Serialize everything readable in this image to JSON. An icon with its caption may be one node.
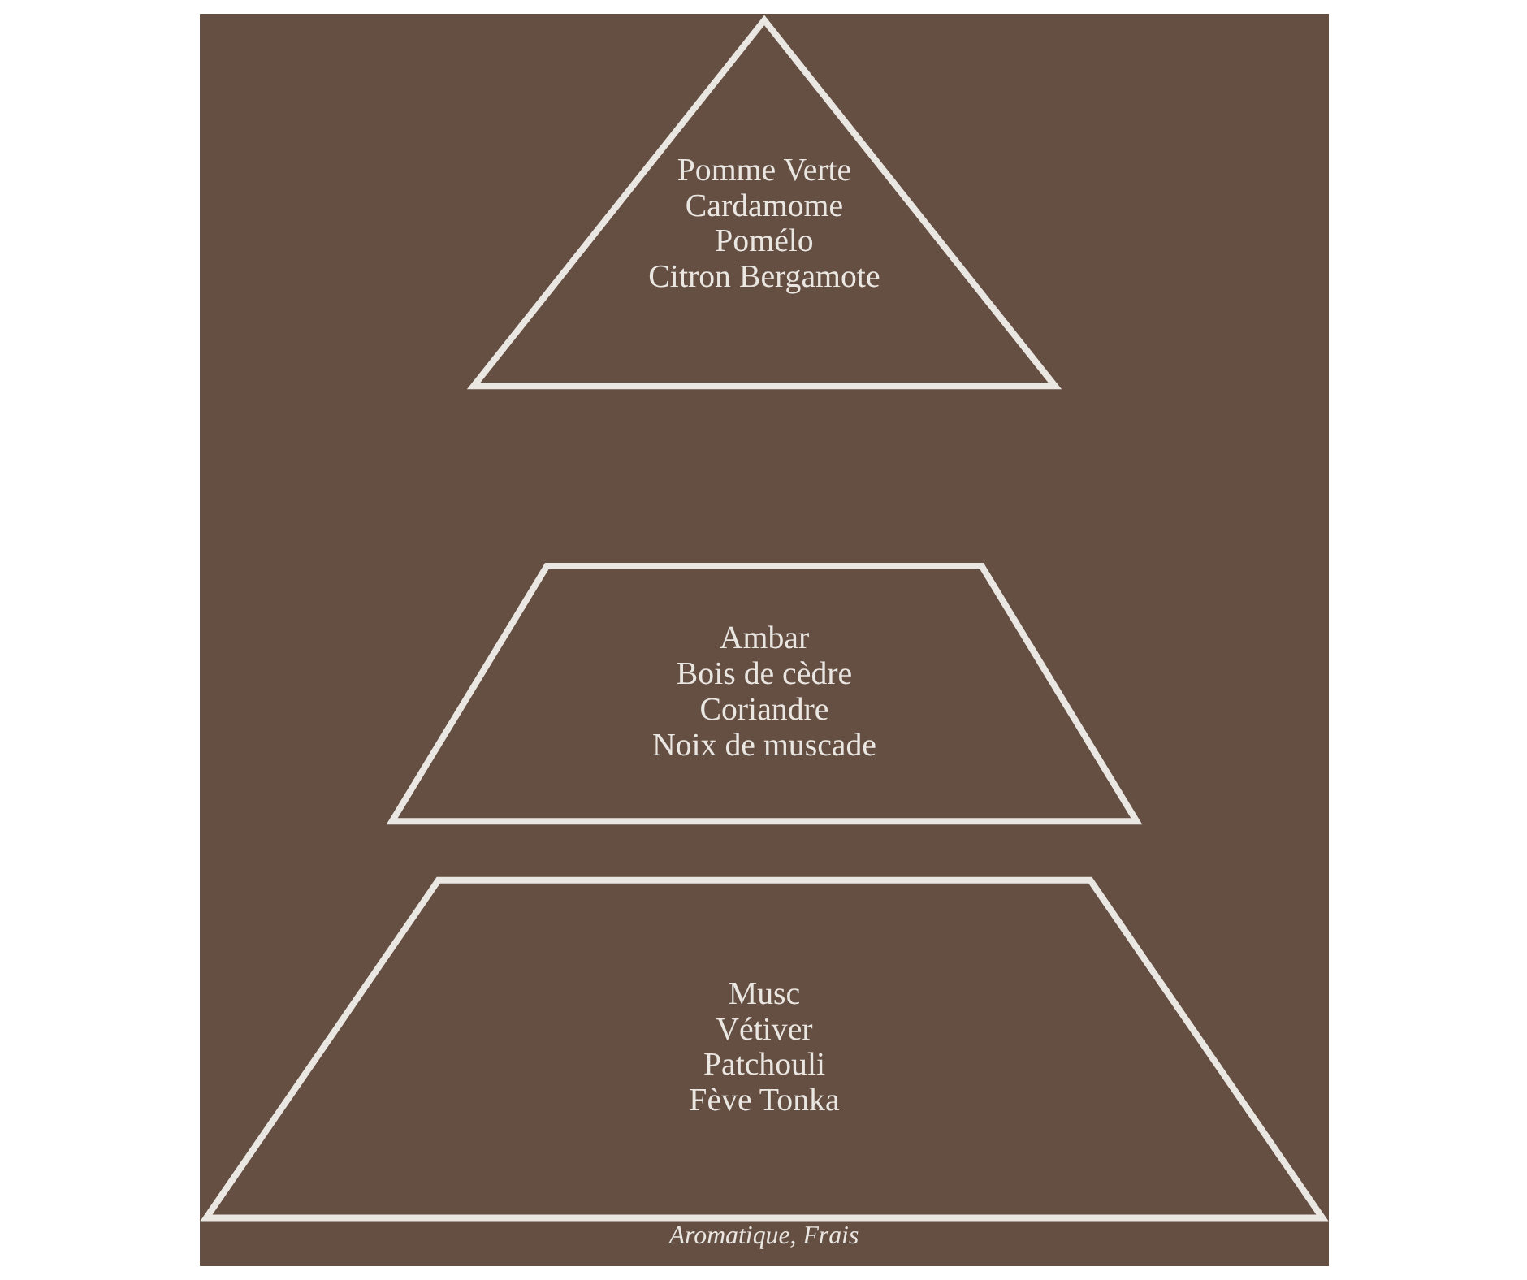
{
  "diagram": {
    "caption": "Aromatique, Frais",
    "nodes": [
      {
        "text": [
          "Pomme Verte",
          "Cardamome",
          "Pomélo",
          "Citron Bergamote"
        ]
      },
      {
        "text": [
          "Ambar",
          "Bois de cèdre",
          "Coriandre",
          "Noix de muscade"
        ]
      },
      {
        "text": [
          "Musc",
          "Vétiver",
          "Patchouli",
          "Fève Tonka"
        ]
      }
    ]
  }
}
